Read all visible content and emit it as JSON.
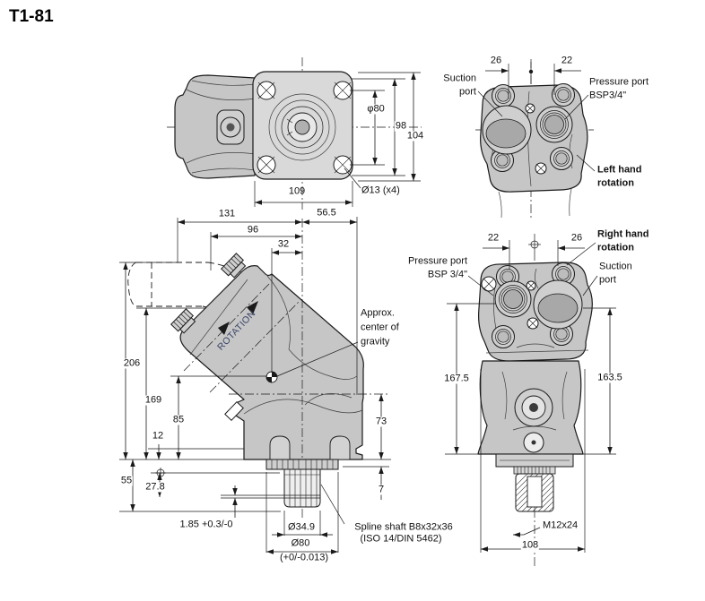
{
  "title": "T1-81",
  "top_view": {
    "dia_80": "φ80",
    "h_98": "98",
    "h_104": "104",
    "w_109": "109",
    "bolt_holes": "Ø13 (x4)"
  },
  "left_rotation_view": {
    "off_26": "26",
    "off_22": "22",
    "suction_line1": "Suction",
    "suction_line2": "port",
    "pressure_line1": "Pressure port",
    "pressure_line2": "BSP3/4\"",
    "rotation_line1": "Left hand",
    "rotation_line2": "rotation"
  },
  "side_view": {
    "w_131": "131",
    "w_56_5": "56.5",
    "w_96": "96",
    "w_32": "32",
    "h_206": "206",
    "h_169": "169",
    "h_85": "85",
    "h_12": "12",
    "h_55": "55",
    "h_27_8": "27.8",
    "h_73": "73",
    "h_7": "7",
    "groove": "1.85 +0.3/-0",
    "shaft_dia": "Ø34.9",
    "pilot_dia": "Ø80",
    "pilot_tol": "(+0/-0.013)",
    "rotation": "ROTATION",
    "cg_line1": "Approx.",
    "cg_line2": "center of",
    "cg_line3": "gravity",
    "spline_line1": "Spline shaft B8x32x36",
    "spline_line2": "(ISO 14/DIN 5462)"
  },
  "right_rotation_view": {
    "off_22": "22",
    "off_26": "26",
    "rotation_line1": "Right hand",
    "rotation_line2": "rotation",
    "suction_line1": "Suction",
    "suction_line2": "port",
    "pressure_line1": "Pressure port",
    "pressure_line2": "BSP 3/4\"",
    "h_167_5": "167.5",
    "h_163_5": "163.5",
    "thread": "M12x24",
    "w_108": "108"
  },
  "colors": {
    "line": "#1a1a1a",
    "body_fill": "#c6c6c6",
    "flange_fill": "#d9d9d9",
    "port_fill": "#a8a8a8",
    "rotation_text": "#3a4668"
  }
}
